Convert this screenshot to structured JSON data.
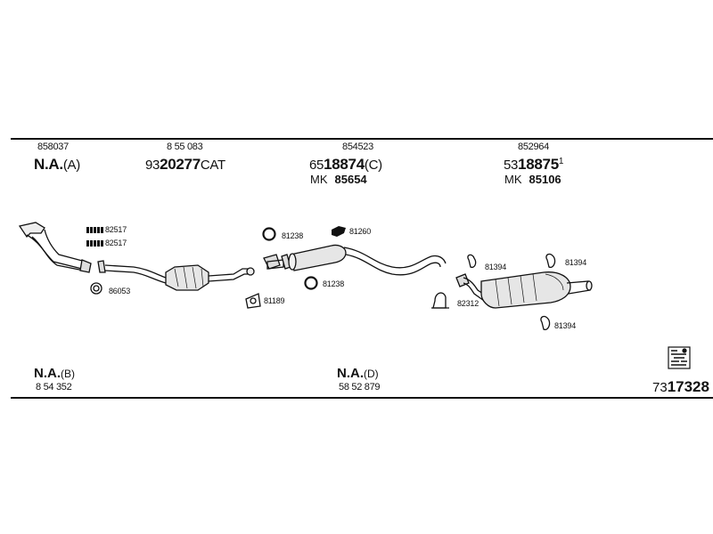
{
  "columns": [
    {
      "ref": "858037",
      "main": {
        "prefix": "",
        "number": "N.A.",
        "suffix": "(A)"
      },
      "mk": null
    },
    {
      "ref": "8 55 083",
      "main": {
        "prefix": "93",
        "number": "20277",
        "suffix": "CAT"
      },
      "mk": null
    },
    {
      "ref": "854523",
      "main": {
        "prefix": "65",
        "number": "18874",
        "suffix": "(C)"
      },
      "mk": {
        "label": "MK",
        "value": "85654"
      }
    },
    {
      "ref": "852964",
      "main": {
        "prefix": "53",
        "number": "18875",
        "suffix": "1"
      },
      "mk": {
        "label": "MK",
        "value": "85106"
      }
    }
  ],
  "bottom": [
    {
      "main": "N.A.",
      "suffix": "(B)",
      "ref": "8 54 352"
    },
    {
      "main": "N.A.",
      "suffix": "(D)",
      "ref": "58 52 879"
    }
  ],
  "callouts": {
    "c82517a": "82517",
    "c82517b": "82517",
    "c86053": "86053",
    "c81189": "81189",
    "c81238a": "81238",
    "c81238b": "81238",
    "c81260": "81260",
    "c81394a": "81394",
    "c81394b": "81394",
    "c81394c": "81394",
    "c82312": "82312"
  },
  "diagram_code": {
    "prefix": "73",
    "number": "17328"
  }
}
